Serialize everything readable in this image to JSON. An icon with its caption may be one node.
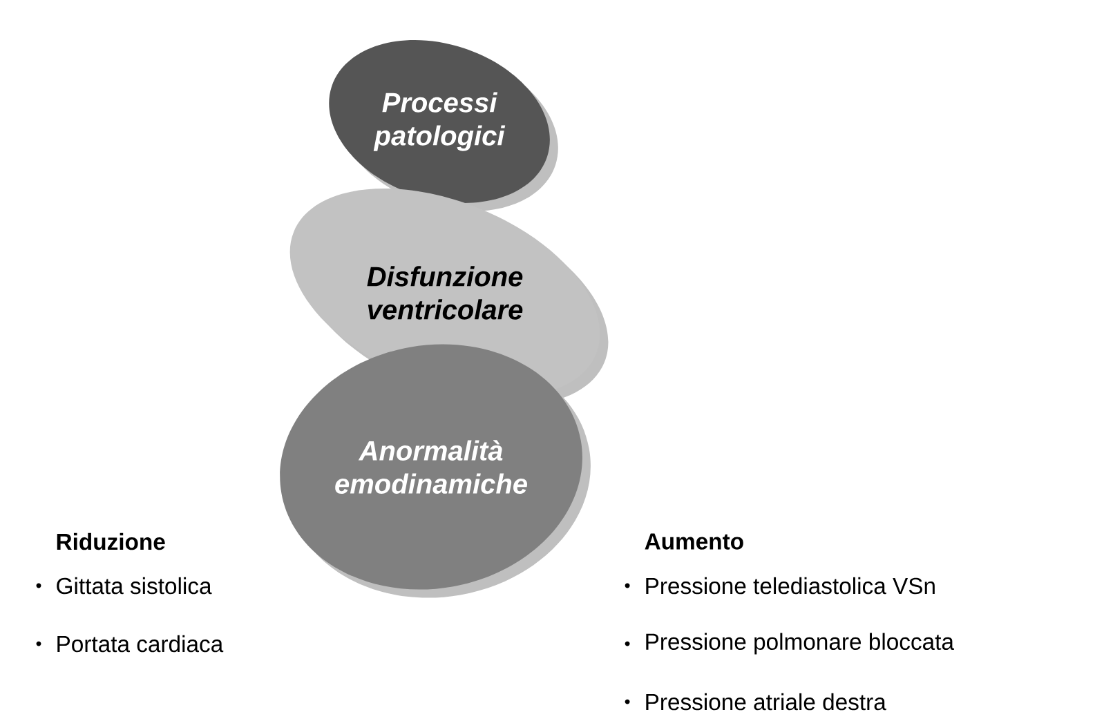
{
  "diagram": {
    "nodes": [
      {
        "text": [
          "Processi patologici"
        ]
      },
      {
        "text": [
          "Disfunzione ventricolare"
        ]
      },
      {
        "text": [
          "Anormalità emodinamiche"
        ]
      }
    ],
    "labels": [
      "Riduzione",
      "Gittata sistolica",
      "Portata cardiaca",
      "Aumento",
      "Pressione telediastolica VSn",
      "Pressione polmonare bloccata",
      "Pressione atriale destra"
    ]
  }
}
